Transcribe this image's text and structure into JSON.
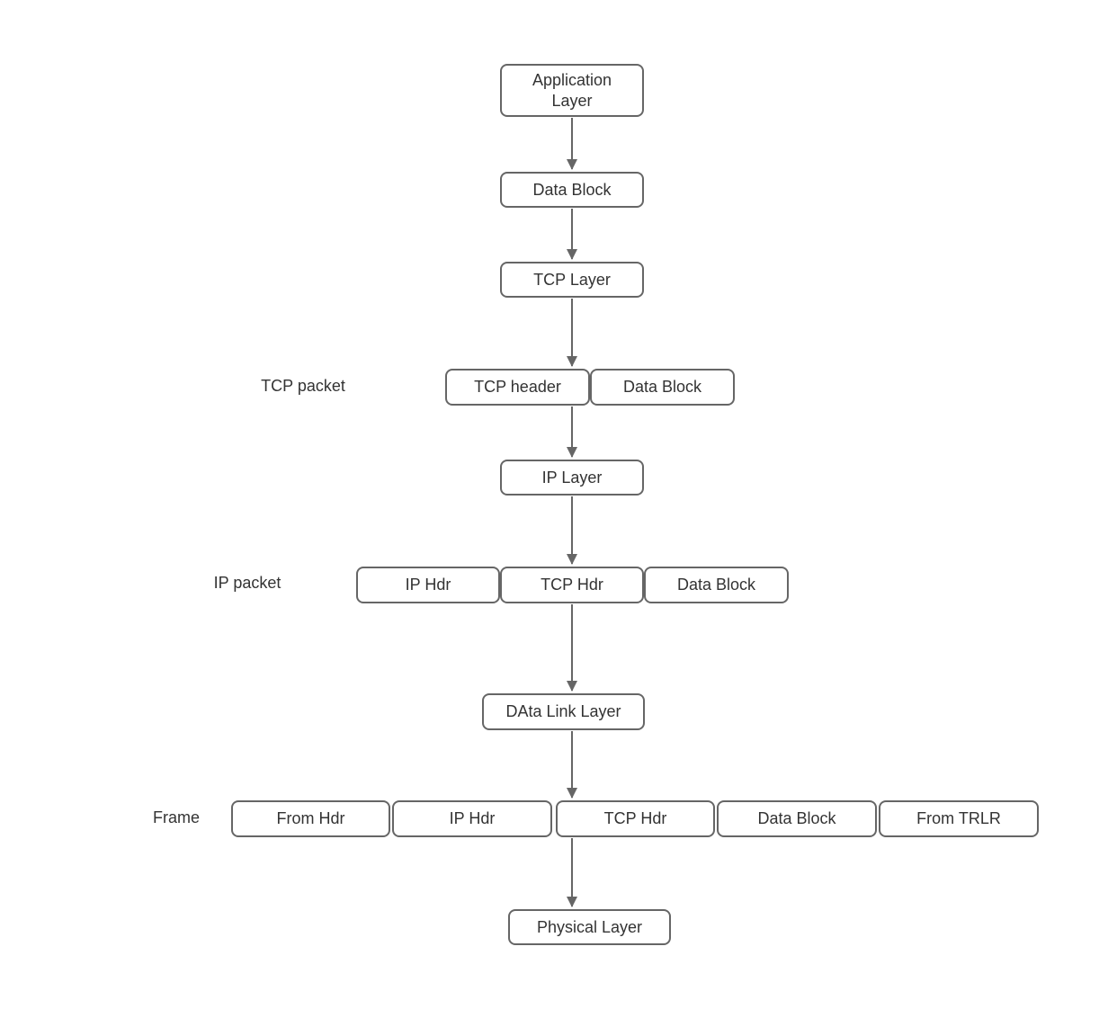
{
  "diagram": {
    "description": "TCP/IP encapsulation flow diagram",
    "nodes": {
      "application_layer": "Application\nLayer",
      "data_block_1": "Data Block",
      "tcp_layer": "TCP Layer",
      "tcp_packet_header": "TCP header",
      "tcp_packet_data_block": "Data Block",
      "ip_layer": "IP Layer",
      "ip_packet_ip_hdr": "IP Hdr",
      "ip_packet_tcp_hdr": "TCP Hdr",
      "ip_packet_data_block": "Data Block",
      "data_link_layer": "DAta Link Layer",
      "frame_from_hdr": "From Hdr",
      "frame_ip_hdr": "IP Hdr",
      "frame_tcp_hdr": "TCP Hdr",
      "frame_data_block": "Data Block",
      "frame_from_trlr": "From TRLR",
      "physical_layer": "Physical Layer"
    },
    "row_labels": {
      "tcp_packet": "TCP packet",
      "ip_packet": "IP packet",
      "frame": "Frame"
    },
    "colors": {
      "node_border": "#666666",
      "node_text": "#333333",
      "arrow": "#666666",
      "background": "#ffffff"
    }
  }
}
